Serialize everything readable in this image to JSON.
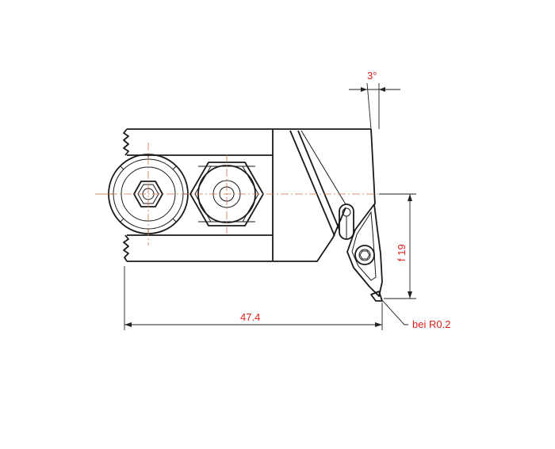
{
  "drawing": {
    "type": "technical-drawing",
    "subject": "boring tool holder with insert",
    "colors": {
      "lines": "#1a1a1a",
      "dimensions": "#e0201c",
      "centerline": "#c9744a"
    },
    "dimensions": {
      "angle": "3°",
      "length": "47.4",
      "height": "f 19",
      "radius_note": "bei R0.2"
    }
  }
}
